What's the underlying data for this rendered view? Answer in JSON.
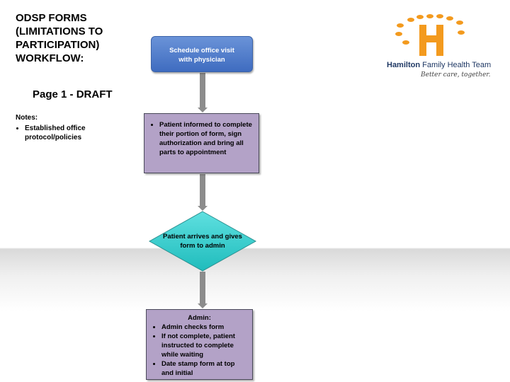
{
  "header": {
    "title": "ODSP FORMS\n(LIMITATIONS TO\nPARTICIPATION)\nWORKFLOW:",
    "page": "Page 1 - DRAFT"
  },
  "notes": {
    "heading": "Notes:",
    "items": [
      "Established office protocol/policies"
    ]
  },
  "logo": {
    "name_bold": "Hamilton",
    "name_rest": "Family Health Team",
    "tagline": "Better care, together.",
    "brand_orange": "#f39a1e",
    "brand_navy": "#1f3864"
  },
  "flow": {
    "step1": "Schedule office visit\nwith physician",
    "step2_items": [
      "Patient informed to complete their portion of form, sign authorization and bring all parts to appointment"
    ],
    "step3": "Patient arrives and gives form to admin",
    "step4_heading": "Admin:",
    "step4_items": [
      "Admin checks form",
      "If not complete, patient instructed to complete while waiting",
      "Date stamp form at top and initial"
    ]
  },
  "colors": {
    "start_box": "#4a77c9",
    "process_box": "#b3a2c7",
    "decision": "#33cccc",
    "connector": "#8c8c8c"
  }
}
